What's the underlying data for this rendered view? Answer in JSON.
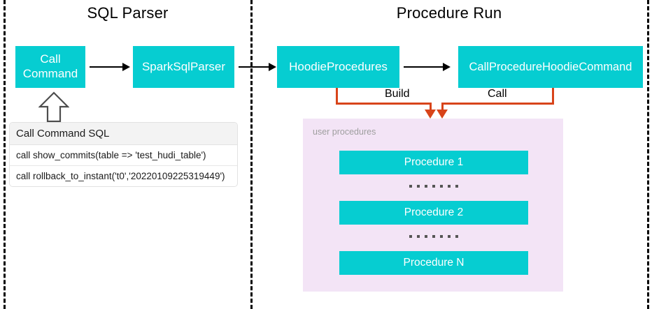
{
  "sections": [
    {
      "id": "sql-parser",
      "title": "SQL Parser"
    },
    {
      "id": "procedure-run",
      "title": "Procedure Run"
    }
  ],
  "colors": {
    "box_teal": "#06cdd1",
    "connector_orange": "#d8441a",
    "panel_purple": "#f3e4f6",
    "arrow_black": "#000000",
    "table_header_gray": "#f3f3f3"
  },
  "nodes": {
    "call_command": "Call\nCommand",
    "spark_sql_parser": "SparkSqlParser",
    "hoodie_procedures": "HoodieProcedures",
    "call_procedure_hoodie_command": "CallProcedureHoodieCommand"
  },
  "connector_labels": {
    "build": "Build",
    "call": "Call"
  },
  "sql_table": {
    "header": "Call Command SQL",
    "rows": [
      "call show_commits(table => 'test_hudi_table')",
      "call rollback_to_instant('t0','20220109225319449')"
    ]
  },
  "user_procedures": {
    "label": "user procedures",
    "items": [
      "Procedure 1",
      "Procedure 2",
      "Procedure N"
    ],
    "ellipsis_dot_count": 7
  }
}
